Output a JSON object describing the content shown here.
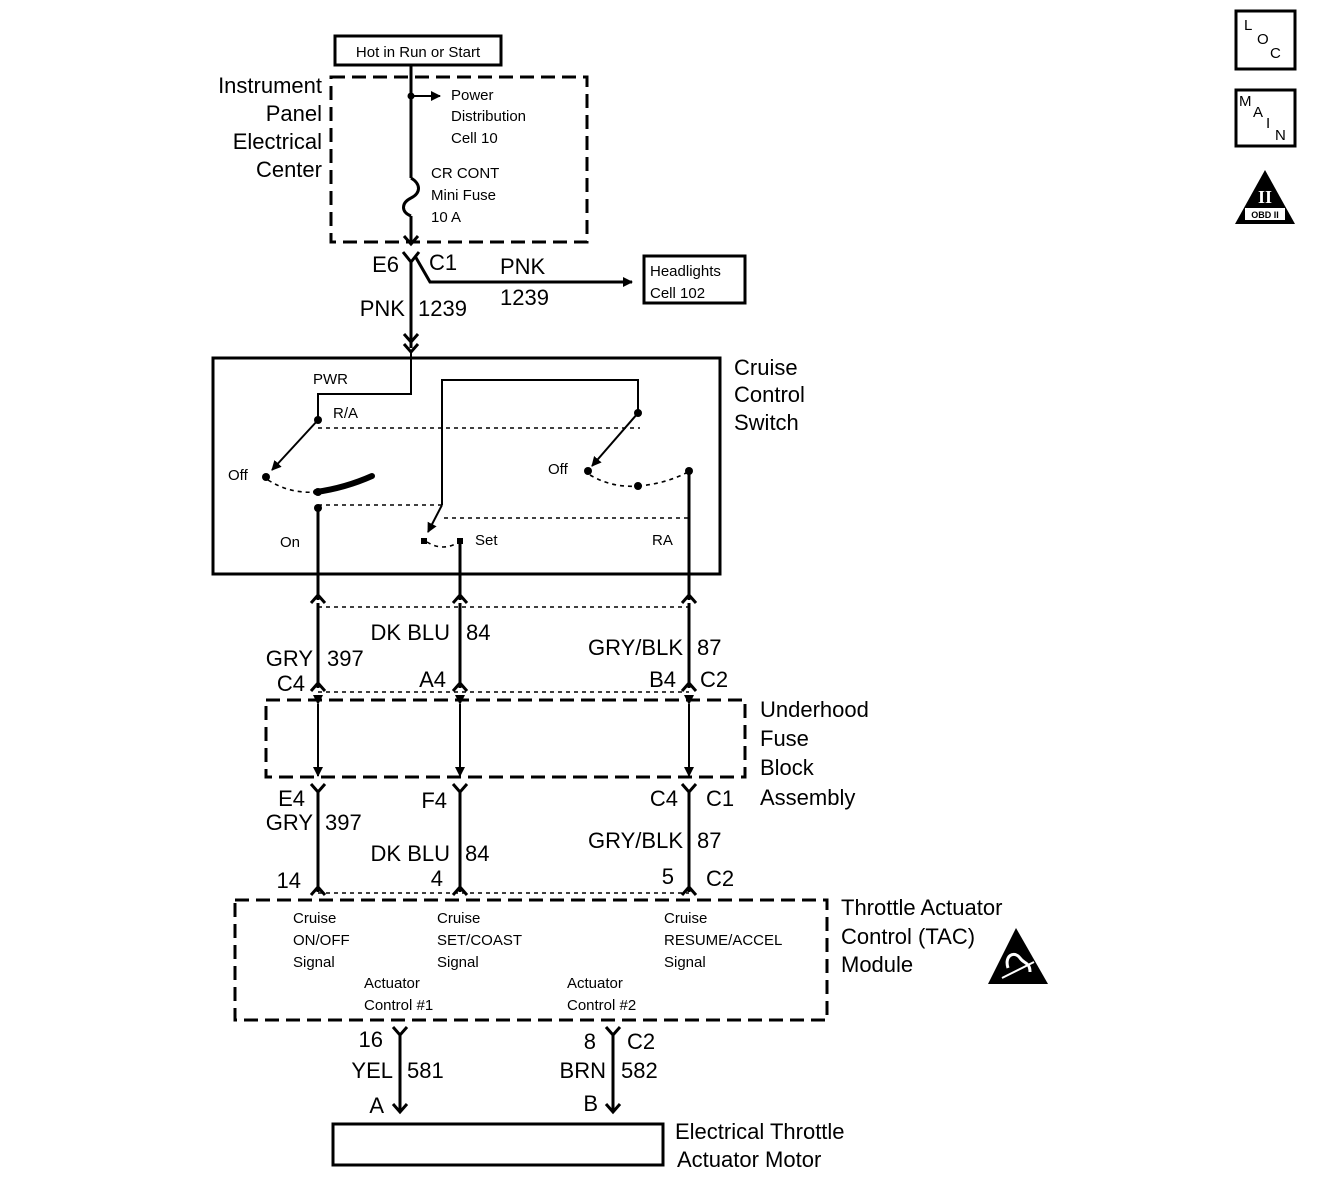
{
  "icons": {
    "loc": [
      "L",
      "O",
      "C"
    ],
    "main": [
      "M",
      "A",
      "I",
      "N"
    ],
    "obd_numeral": "II",
    "obd_label": "OBD II"
  },
  "power_source": "Hot in Run or Start",
  "ipec": {
    "name": [
      "Instrument",
      "Panel",
      "Electrical",
      "Center"
    ],
    "power_dist": [
      "Power",
      "Distribution",
      "Cell 10"
    ],
    "fuse": [
      "CR CONT",
      "Mini Fuse",
      "10 A"
    ]
  },
  "pnk_wire": {
    "pin": "E6",
    "connector": "C1",
    "color": "PNK",
    "circuit": "1239",
    "branch_color": "PNK",
    "branch_circuit": "1239"
  },
  "headlights": [
    "Headlights",
    "Cell 102"
  ],
  "cruise_switch": {
    "name": [
      "Cruise",
      "Control",
      "Switch"
    ],
    "pwr": "PWR",
    "ra_top": "R/A",
    "off_left": "Off",
    "off_right": "Off",
    "on": "On",
    "set": "Set",
    "ra": "RA"
  },
  "upper_wires": {
    "gry": {
      "color": "GRY",
      "circuit": "397",
      "pin": "C4"
    },
    "dkblu": {
      "color": "DK BLU",
      "circuit": "84",
      "pin": "A4"
    },
    "gryblk": {
      "color": "GRY/BLK",
      "circuit": "87",
      "pin": "B4",
      "connector": "C2"
    }
  },
  "underhood": [
    "Underhood",
    "Fuse",
    "Block",
    "Assembly"
  ],
  "lower_wires": {
    "gry": {
      "pin_top": "E4",
      "color": "GRY",
      "circuit": "397",
      "pin_bottom": "14"
    },
    "dkblu": {
      "pin_top": "F4",
      "color": "DK BLU",
      "circuit": "84",
      "pin_bottom": "4"
    },
    "gryblk": {
      "pin_top": "C4",
      "connector_top": "C1",
      "color": "GRY/BLK",
      "circuit": "87",
      "pin_bottom": "5",
      "connector_bottom": "C2"
    }
  },
  "tac": {
    "name": [
      "Throttle Actuator",
      "Control (TAC)",
      "Module"
    ],
    "on_off": [
      "Cruise",
      "ON/OFF",
      "Signal"
    ],
    "set_coast": [
      "Cruise",
      "SET/COAST",
      "Signal"
    ],
    "resume": [
      "Cruise",
      "RESUME/ACCEL",
      "Signal"
    ],
    "act1": [
      "Actuator",
      "Control #1"
    ],
    "act2": [
      "Actuator",
      "Control #2"
    ]
  },
  "motor_wires": {
    "yel": {
      "pin_top": "16",
      "color": "YEL",
      "circuit": "581",
      "pin_bottom": "A"
    },
    "brn": {
      "pin_top": "8",
      "connector": "C2",
      "color": "BRN",
      "circuit": "582",
      "pin_bottom": "B"
    }
  },
  "motor": [
    "Electrical Throttle",
    "Actuator Motor"
  ]
}
